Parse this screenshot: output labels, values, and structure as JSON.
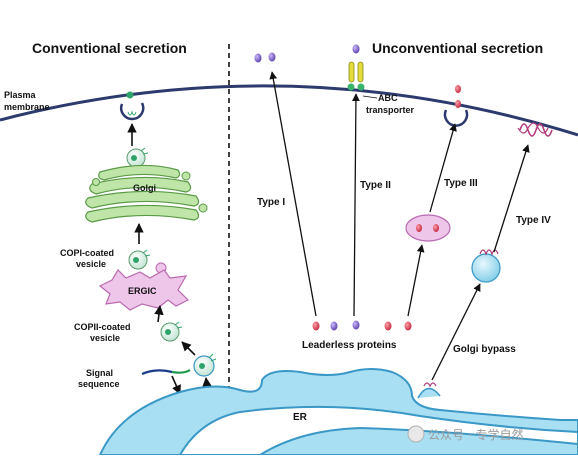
{
  "titles": {
    "conventional": "Conventional secretion",
    "unconventional": "Unconventional secretion"
  },
  "labels": {
    "plasma_membrane_line1": "Plasma",
    "plasma_membrane_line2": "membrane",
    "golgi": "Golgi",
    "copi_line1": "COPI-coated",
    "copi_line2": "vesicle",
    "ergic": "ERGIC",
    "copii_line1": "COPII-coated",
    "copii_line2": "vesicle",
    "signal_line1": "Signal",
    "signal_line2": "sequence",
    "er": "ER",
    "abc_line1": "ABC",
    "abc_line2": "transporter",
    "type1": "Type I",
    "type2": "Type II",
    "type3": "Type III",
    "type4": "Type IV",
    "leaderless": "Leaderless proteins",
    "golgi_bypass": "Golgi bypass"
  },
  "watermark": "公众号 · 专学自然",
  "colors": {
    "membrane": "#2d3a6e",
    "golgi_fill": "#bfe6a8",
    "golgi_stroke": "#5a9a46",
    "ergic_fill": "#eec6ea",
    "er_fill": "#a8dff2",
    "er_stroke": "#3a98c6",
    "protein_red": "#d2465a",
    "protein_purple": "#7a5ab4",
    "vesicle_fill": "#d7f0e3"
  }
}
